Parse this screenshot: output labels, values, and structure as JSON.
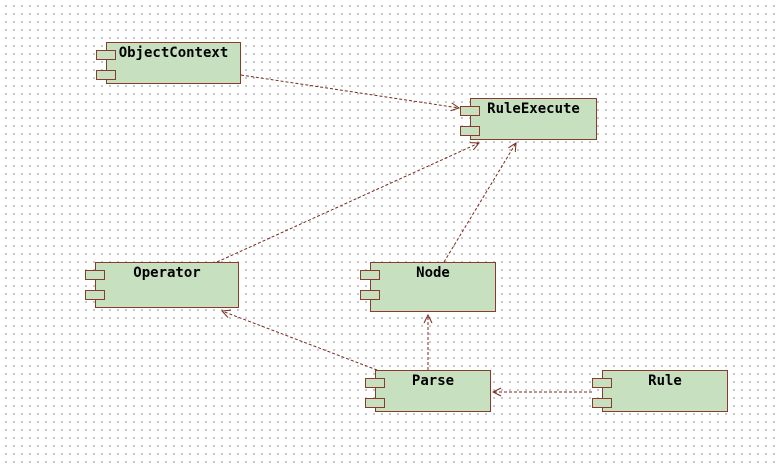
{
  "components": {
    "object_context": "ObjectContext",
    "rule_execute": "RuleExecute",
    "operator": "Operator",
    "node": "Node",
    "parse": "Parse",
    "rule": "Rule"
  },
  "colors": {
    "component_fill": "#c6e0c0",
    "component_border": "#8a3c2c",
    "dependency_line": "#7a2a1c"
  }
}
